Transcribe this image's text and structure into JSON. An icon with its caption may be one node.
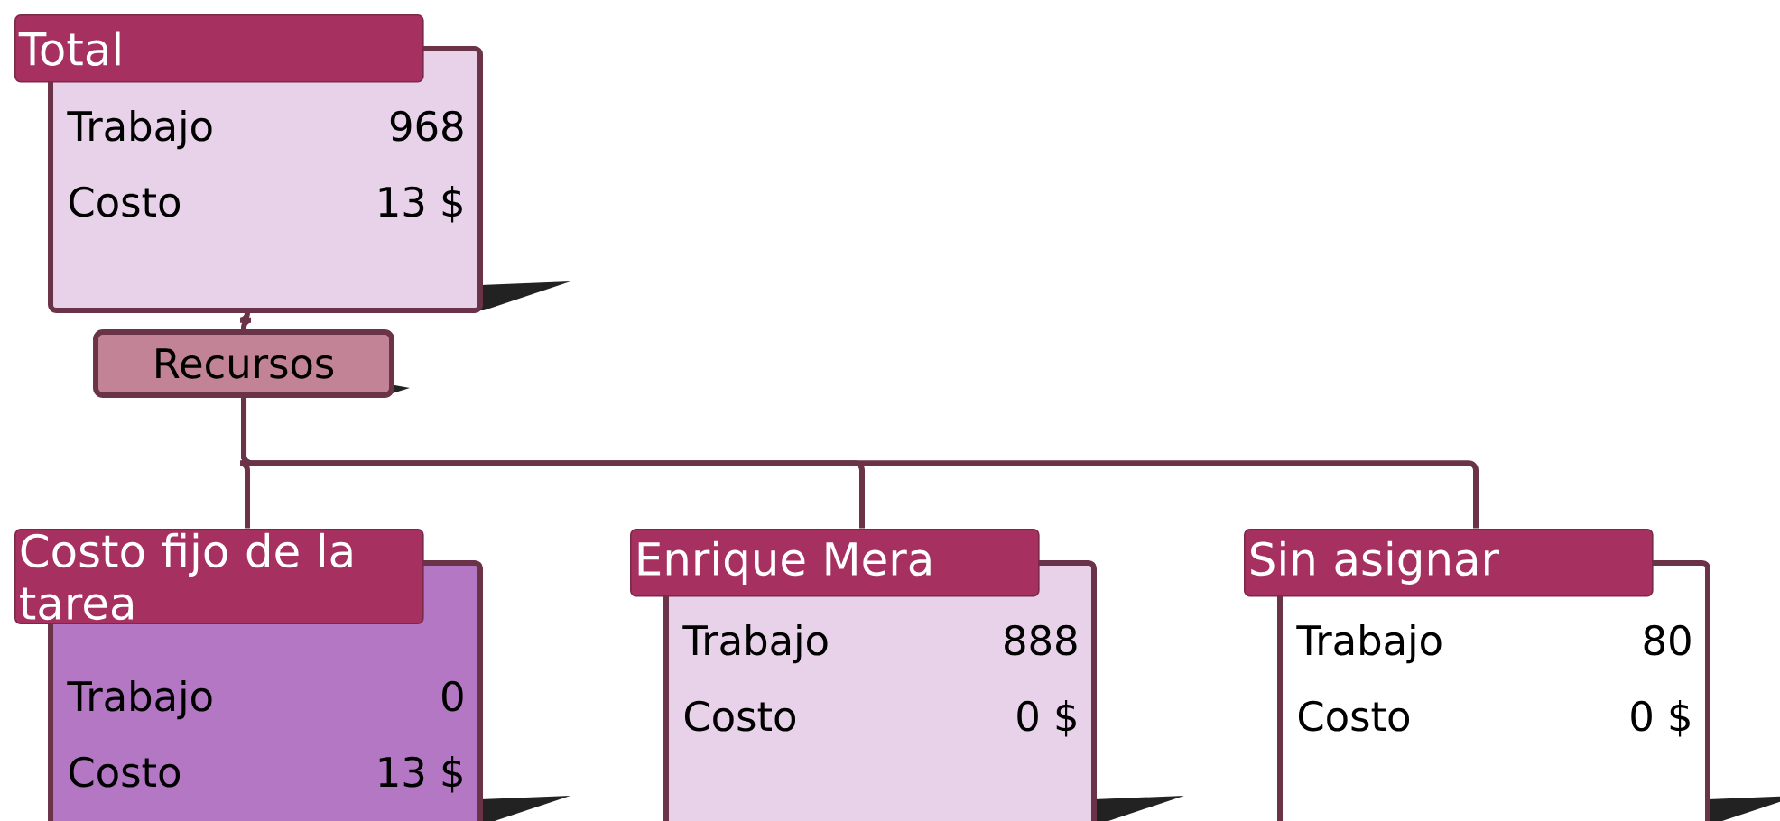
{
  "diagram": {
    "nodes": [
      {
        "text": [
          "Total",
          "Trabajo",
          "968",
          "Costo",
          "13 $"
        ]
      },
      {
        "text": [
          "Recursos"
        ]
      },
      {
        "text": [
          "Costo fijo de la tarea",
          "Trabajo",
          "0",
          "Costo",
          "13 $"
        ]
      },
      {
        "text": [
          "Enrique Mera",
          "Trabajo",
          "888",
          "Costo",
          "0 $"
        ]
      },
      {
        "text": [
          "Sin asignar",
          "Trabajo",
          "80",
          "Costo",
          "0 $"
        ]
      }
    ],
    "edges": [
      {
        "from": 0,
        "to": 1,
        "arrow": "none"
      },
      {
        "from": 1,
        "to": 2,
        "arrow": "none"
      },
      {
        "from": 1,
        "to": 3,
        "arrow": "none"
      },
      {
        "from": 1,
        "to": 4,
        "arrow": "none"
      }
    ]
  }
}
